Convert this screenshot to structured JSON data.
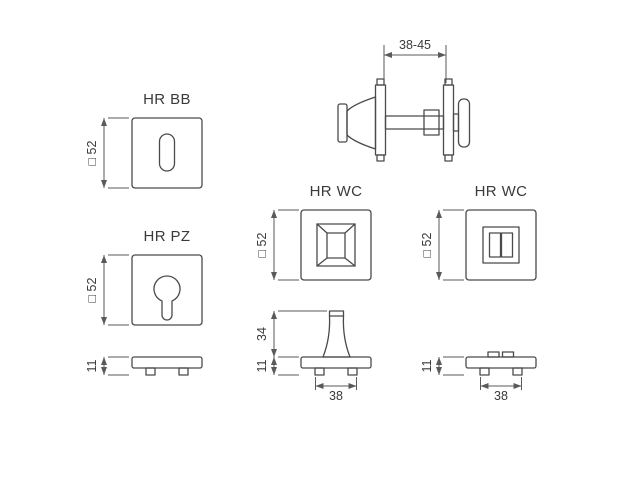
{
  "colors": {
    "line": "#4a4a4a",
    "dim": "#5a5a5a",
    "text": "#3a3a3a",
    "background": "#ffffff"
  },
  "products": {
    "wc_set_side": {
      "span": "38-45"
    },
    "hr_bb": {
      "label": "HR BB",
      "dim_square": "□ 52"
    },
    "hr_pz": {
      "label": "HR PZ",
      "dim_square": "□ 52",
      "profile_height": "11"
    },
    "hr_wc_knob": {
      "label": "HR WC",
      "dim_square": "□ 52",
      "knob_height": "34",
      "base_height": "11",
      "base_width": "38"
    },
    "hr_wc_flat": {
      "label": "HR WC",
      "dim_square": "□ 52",
      "base_height": "11",
      "base_width": "38"
    }
  }
}
